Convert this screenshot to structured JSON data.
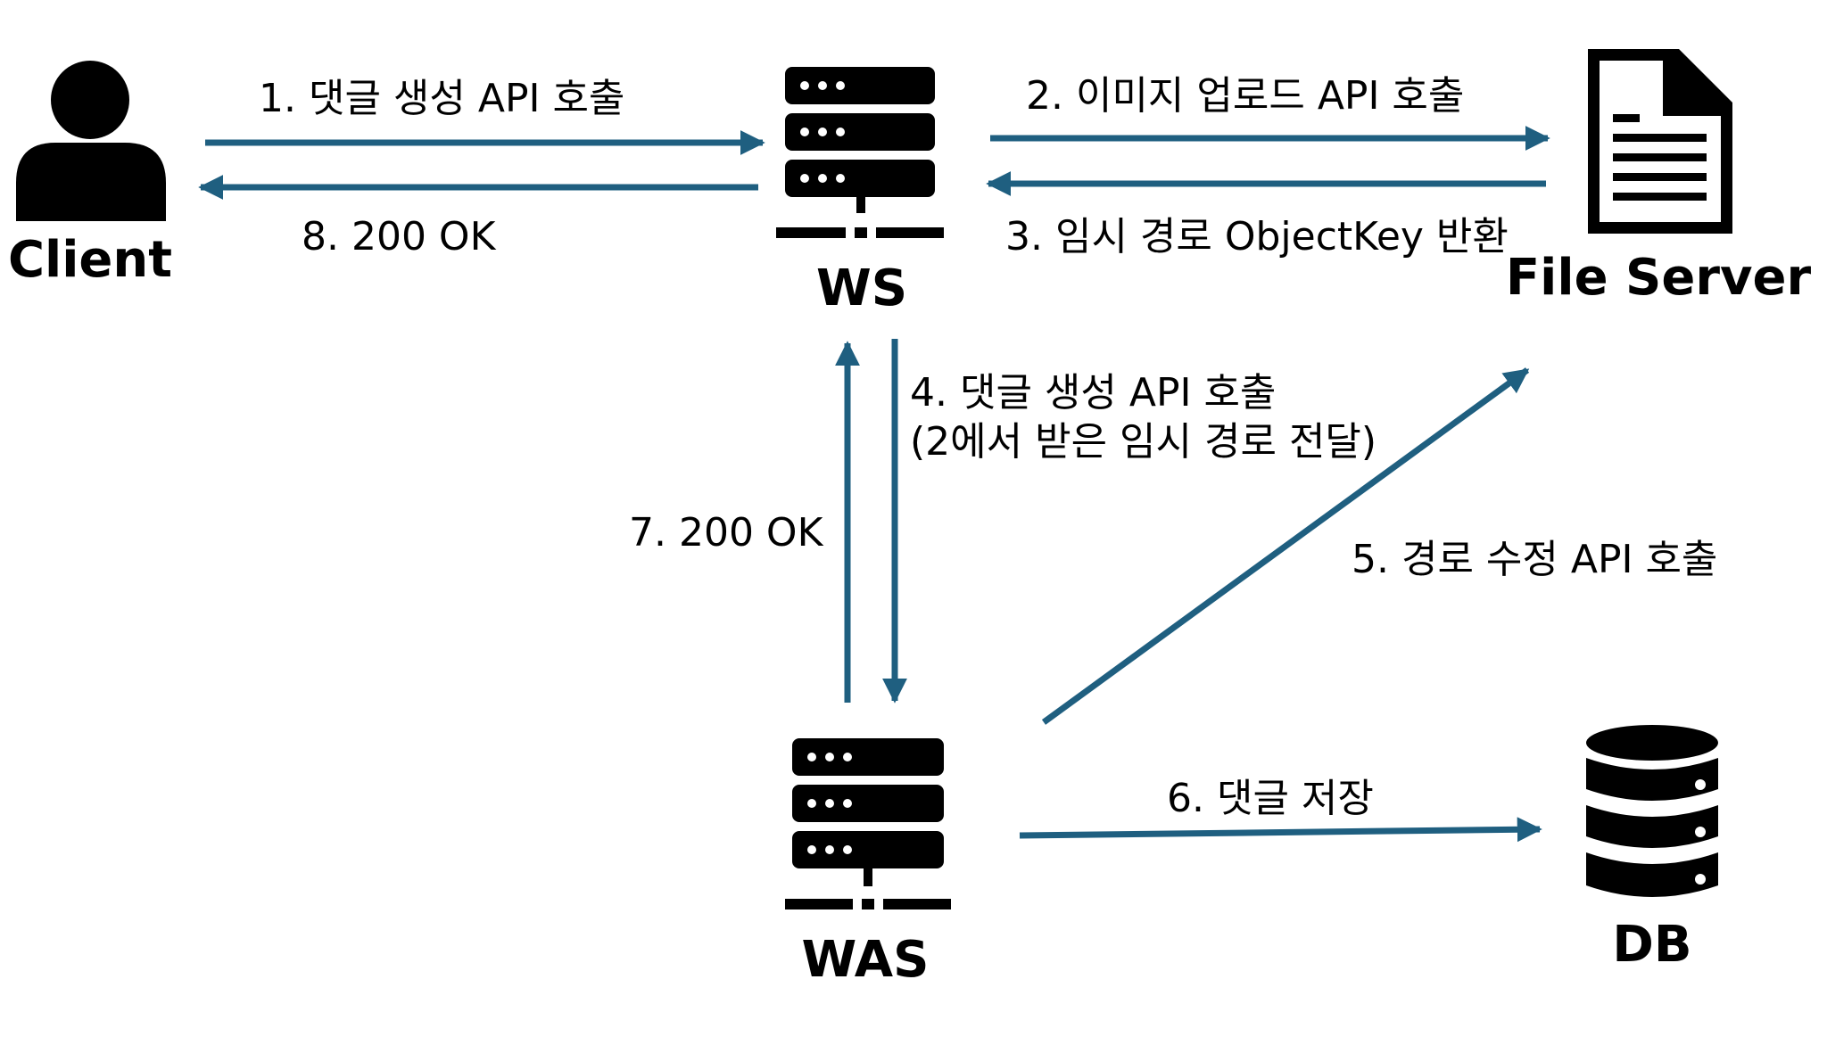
{
  "colors": {
    "arrow": "#1f5f80",
    "icon": "#000000",
    "background": "#ffffff"
  },
  "nodes": {
    "client": {
      "label": "Client",
      "icon": "person-icon"
    },
    "ws": {
      "label": "WS",
      "icon": "server-icon"
    },
    "file_server": {
      "label": "File Server",
      "icon": "document-icon"
    },
    "was": {
      "label": "WAS",
      "icon": "server-icon"
    },
    "db": {
      "label": "DB",
      "icon": "database-icon"
    }
  },
  "steps": {
    "s1": "1. 댓글 생성 API 호출",
    "s2": "2. 이미지 업로드 API 호출",
    "s3": "3. 임시 경로 ObjectKey 반환",
    "s4_line1": "4. 댓글 생성 API 호출",
    "s4_line2": "(2에서 받은 임시 경로 전달)",
    "s5": "5. 경로 수정 API 호출",
    "s6": "6. 댓글 저장",
    "s7": "7.  200 OK",
    "s8": "8.  200 OK"
  }
}
